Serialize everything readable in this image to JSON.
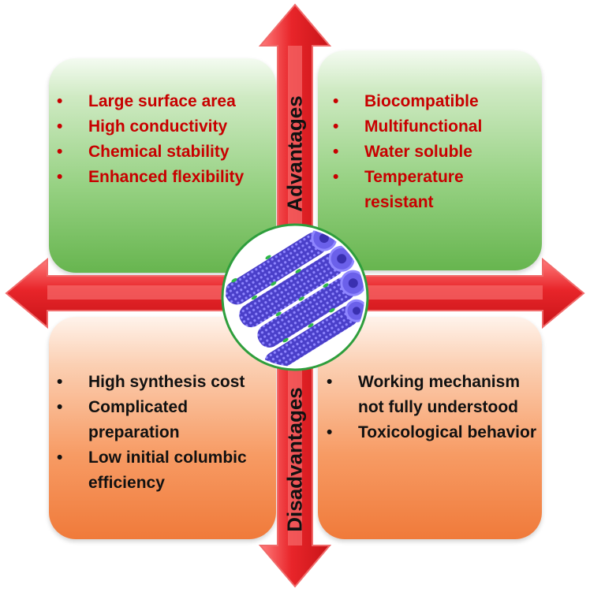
{
  "axes": {
    "top_label": "Advantages",
    "bottom_label": "Disadvantages"
  },
  "quadrants": {
    "top_left": {
      "items": [
        "Large surface area",
        "High conductivity",
        "Chemical stability",
        "Enhanced flexibility"
      ]
    },
    "top_right": {
      "items": [
        "Biocompatible",
        "Multifunctional",
        "Water soluble",
        "Temperature resistant"
      ]
    },
    "bottom_left": {
      "items": [
        "High synthesis cost",
        "Complicated preparation",
        "Low initial columbic efficiency"
      ]
    },
    "bottom_right": {
      "items": [
        "Working mechanism not fully understood",
        "Toxicological behavior"
      ]
    }
  },
  "bullet_symbol": "•",
  "colors": {
    "advantage_text": "#c80000",
    "disadvantage_text": "#111111",
    "arrow_red": "#e8252a",
    "arrow_light": "#f87070",
    "nanotube_blue": "#5a4fd6",
    "center_ring": "#2e9e3c"
  },
  "icons": {
    "center": "carbon-nanotube-bundle-icon"
  }
}
